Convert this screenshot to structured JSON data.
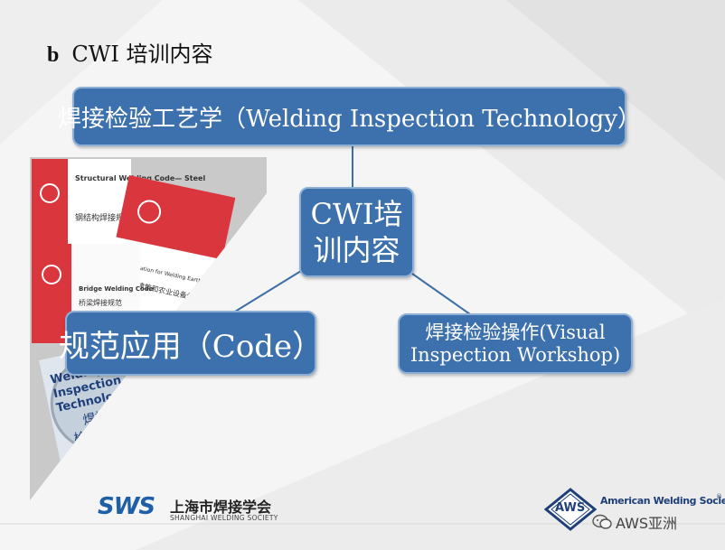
{
  "heading": {
    "letter": "b",
    "text": "CWI 培训内容"
  },
  "nodes": {
    "top": "焊接检验工艺学（Welding Inspection Technology）",
    "center_line1": "CWI培",
    "center_line2": "训内容",
    "left": "规范应用（Code）",
    "right_line1": "焊接检验操作(Visual",
    "right_line2": "Inspection Workshop)"
  },
  "books": {
    "structural": "Structural Welding Code— Steel",
    "structural_cn": "钢结构焊接规范",
    "bridge": "Bridge Welding Code",
    "bridge_cn": "桥梁焊接规范",
    "spec": "Specification for Welding Earthmoving, Construction, and Agricultural Equipment",
    "spec_cn": "土方、建筑和农业设备焊接规范",
    "wit_line1": "Welding",
    "wit_line2": "Inspection",
    "wit_line3": "Technology",
    "wit_cn1": "焊接",
    "wit_cn2": "检验技术"
  },
  "footer": {
    "sws_logo": "SWS",
    "sws_name_cn": "上海市焊接学会",
    "sws_name_en": "SHANGHAI WELDING SOCIETY",
    "aws_logo": "AWS",
    "aws_name": "American Welding Society",
    "aws_reg": "®",
    "wechat_label": "AWS亚洲"
  },
  "colors": {
    "box_fill": "#3d71ad",
    "box_border": "#8fb0d6",
    "connector": "#3d6fa6",
    "sws_blue": "#1f5fa8",
    "book_red": "#d9363e"
  }
}
